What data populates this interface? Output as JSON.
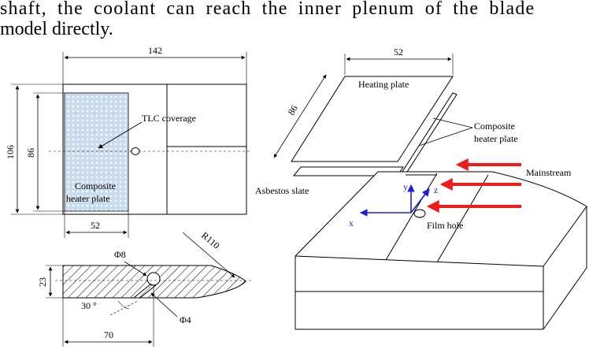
{
  "intro_text": {
    "line1": "shaft, the coolant can reach the inner plenum of the blade",
    "line2": "model directly."
  },
  "dimensions": {
    "width_142": "142",
    "height_106": "106",
    "height_86": "86",
    "width_52": "52",
    "dia_8": "Φ8",
    "radius_110": "R110",
    "height_23": "23",
    "angle_30": "30 °",
    "dia_4": "Φ4",
    "length_70": "70",
    "plate_52": "52",
    "plate_86": "86"
  },
  "labels": {
    "tlc_coverage": "TLC coverage",
    "composite_left_1": "Composite",
    "composite_left_2": "heater plate",
    "heating_plate": "Heating plate",
    "composite_right_1": "Composite",
    "composite_right_2": "heater plate",
    "mainstream": "Mainstream",
    "asbestos_slate": "Asbestos slate",
    "film_hole": "Film hole",
    "axis_x": "x",
    "axis_y": "y",
    "axis_z": "z"
  },
  "colors": {
    "tlc_fill": "#c9dcef",
    "arrow_red": "#ee1c1c",
    "axis_blue": "#1c1ce0"
  }
}
